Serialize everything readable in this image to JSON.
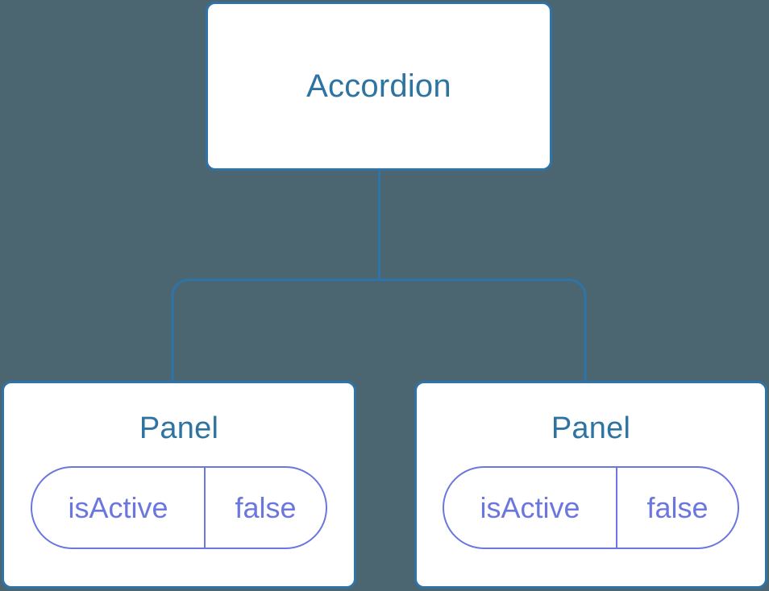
{
  "diagram": {
    "type": "component-tree",
    "background_color": "#4b6670",
    "node_border_color": "#2e74a8",
    "node_title_color": "#2e74a3",
    "prop_color": "#6b76de",
    "connector_color": "#2e74a8",
    "root": {
      "title": "Accordion"
    },
    "children": [
      {
        "title": "Panel",
        "props": [
          {
            "key": "isActive",
            "value": "false"
          }
        ]
      },
      {
        "title": "Panel",
        "props": [
          {
            "key": "isActive",
            "value": "false"
          }
        ]
      }
    ]
  }
}
